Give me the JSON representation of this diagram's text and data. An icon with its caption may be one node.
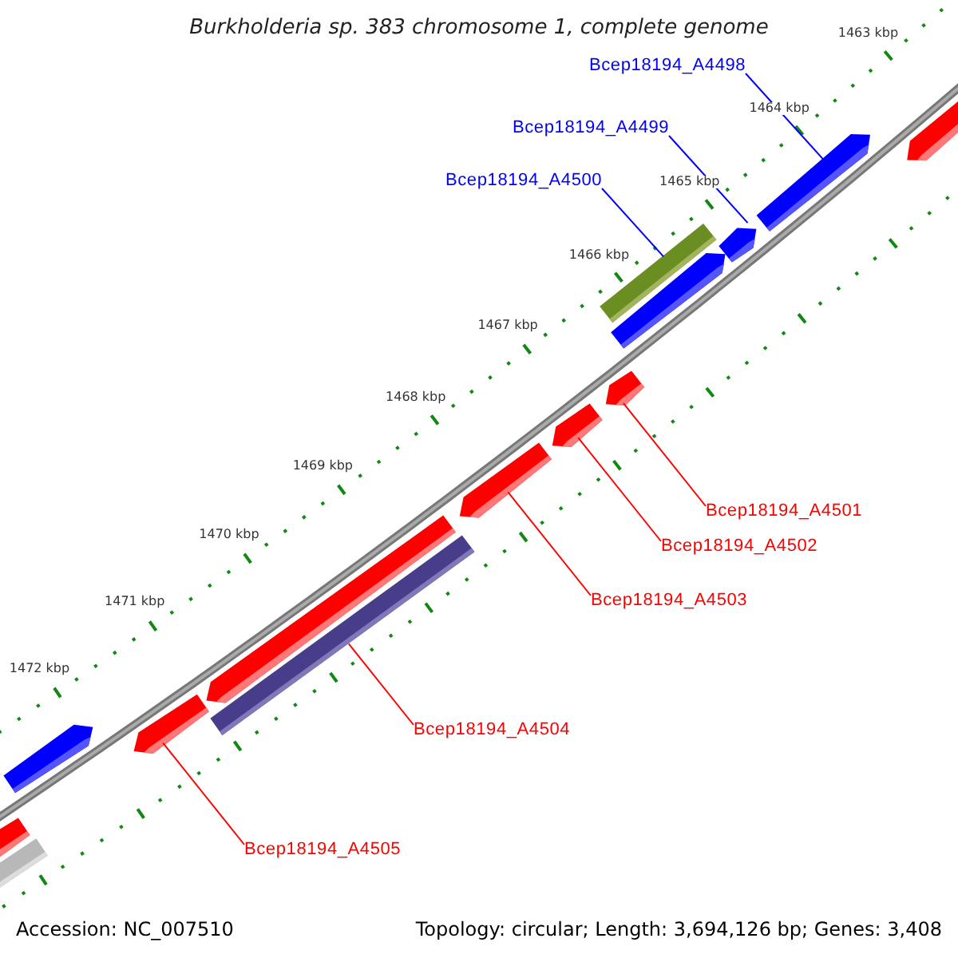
{
  "diagram": {
    "title": "Burkholderia sp. 383 chromosome 1, complete genome",
    "nodes": [
      {
        "text": [
          "Bcep18194_A4498"
        ]
      },
      {
        "text": [
          "Bcep18194_A4499"
        ]
      },
      {
        "text": [
          "Bcep18194_A4500"
        ]
      },
      {
        "text": [
          "Bcep18194_A4501"
        ]
      },
      {
        "text": [
          "Bcep18194_A4502"
        ]
      },
      {
        "text": [
          "Bcep18194_A4503"
        ]
      },
      {
        "text": [
          "Bcep18194_A4504"
        ]
      },
      {
        "text": [
          "Bcep18194_A4505"
        ]
      },
      {
        "text": [],
        "shape": "pentagon"
      },
      {
        "text": [],
        "shape": "pentagon"
      },
      {
        "text": [],
        "shape": "bar"
      },
      {
        "text": [],
        "shape": "pentagon"
      },
      {
        "text": [],
        "shape": "pentagon"
      },
      {
        "text": [],
        "shape": "pentagon"
      },
      {
        "text": [],
        "shape": "pentagon"
      },
      {
        "text": [],
        "shape": "pentagon"
      },
      {
        "text": [],
        "shape": "bar"
      },
      {
        "text": [],
        "shape": "pentagon"
      },
      {
        "text": [],
        "shape": "pentagon"
      },
      {
        "text": [],
        "shape": "pentagon"
      },
      {
        "text": [],
        "shape": "pentagon"
      },
      {
        "text": [],
        "shape": "bar"
      }
    ],
    "edges": [
      {
        "from": 0,
        "to": 8,
        "arrow": "none",
        "color": "#0000ff"
      },
      {
        "from": 1,
        "to": 9,
        "arrow": "none",
        "color": "#0000ff"
      },
      {
        "from": 2,
        "to": 10,
        "arrow": "none",
        "color": "#0000ff"
      },
      {
        "from": 3,
        "to": 12,
        "arrow": "none"
      },
      {
        "from": 4,
        "to": 13,
        "arrow": "none"
      },
      {
        "from": 5,
        "to": 14,
        "arrow": "none"
      },
      {
        "from": 6,
        "to": 16,
        "arrow": "none"
      },
      {
        "from": 7,
        "to": 17,
        "arrow": "none"
      }
    ],
    "labels": [
      "1463 kbp",
      "1464 kbp",
      "1465 kbp",
      "1466 kbp",
      "1467 kbp",
      "1468 kbp",
      "1469 kbp",
      "1470 kbp",
      "1471 kbp",
      "1472 kbp",
      "Accession: NC_007510",
      "Topology: circular; Length: 3,694,126 bp; Genes: 3,408"
    ]
  }
}
